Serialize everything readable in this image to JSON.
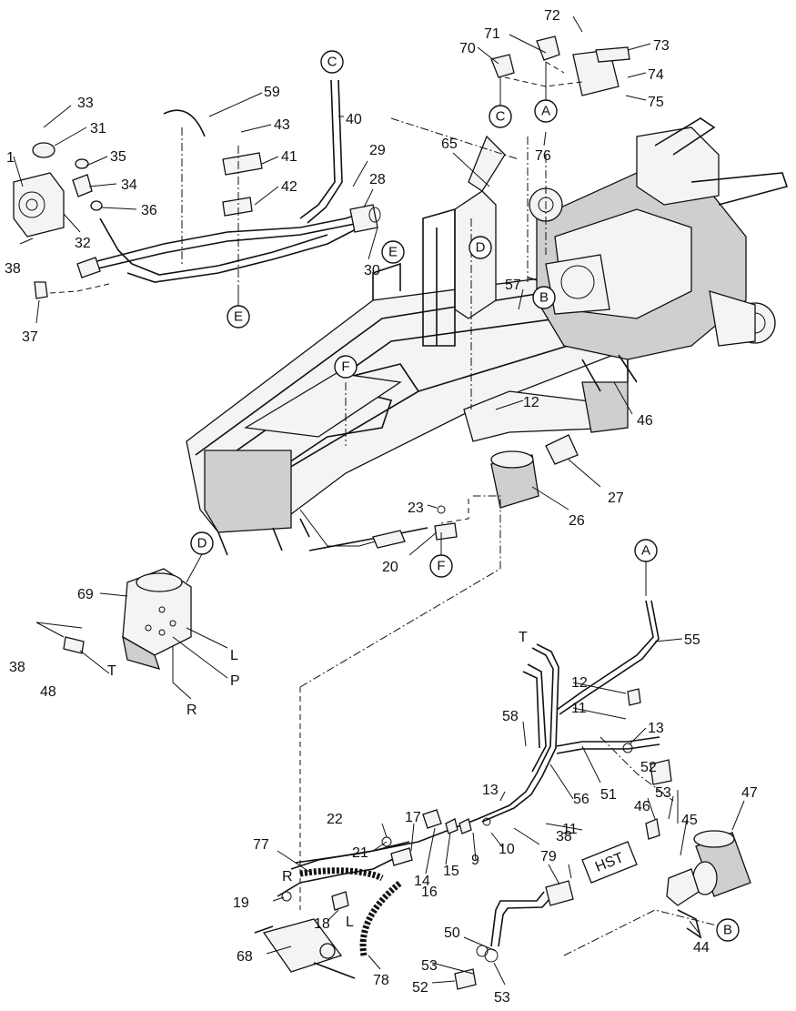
{
  "diagram": {
    "callouts": [
      "1",
      "9",
      "10",
      "11",
      "11",
      "12",
      "12",
      "13",
      "13",
      "14",
      "15",
      "16",
      "17",
      "18",
      "19",
      "20",
      "21",
      "22",
      "23",
      "26",
      "27",
      "28",
      "29",
      "30",
      "31",
      "32",
      "33",
      "34",
      "35",
      "36",
      "37",
      "38",
      "38",
      "38",
      "40",
      "41",
      "42",
      "43",
      "44",
      "45",
      "46",
      "46",
      "47",
      "48",
      "50",
      "51",
      "52",
      "52",
      "53",
      "53",
      "53",
      "55",
      "56",
      "57",
      "58",
      "59",
      "65",
      "68",
      "69",
      "70",
      "71",
      "72",
      "73",
      "74",
      "75",
      "76",
      "77",
      "78",
      "79"
    ],
    "refs": [
      "A",
      "A",
      "B",
      "B",
      "C",
      "C",
      "D",
      "D",
      "E",
      "E",
      "F",
      "F"
    ],
    "port_labels": [
      "T",
      "L",
      "P",
      "R",
      "T",
      "R",
      "L"
    ],
    "box_label": "HST"
  }
}
